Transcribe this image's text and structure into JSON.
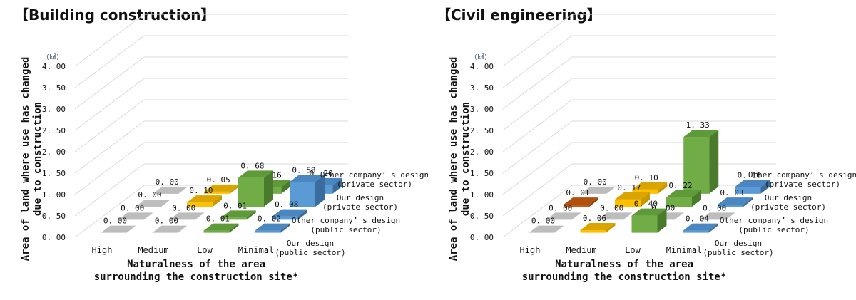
{
  "colors": {
    "High": [
      "#c9c9c9",
      "#b0b0b0",
      "#bdbdbd"
    ],
    "Medium": [
      "#ffc000",
      "#c99700",
      "#dba500"
    ],
    "Low": [
      "#70ad47",
      "#4a7a2c",
      "#5e9a38"
    ],
    "Minimal": [
      "#5b9bd5",
      "#3a6d9e",
      "#4a86bf"
    ],
    "zero": [
      "#c9c9c9",
      "#b0b0b0",
      "#bdbdbd"
    ],
    "civil_high_private": [
      "#c55a11",
      "#8f400a",
      "#b0500e"
    ]
  },
  "chart_data": [
    {
      "type": "bar",
      "subtype": "3d-clustered-depth",
      "title": "【Building construction】",
      "unit": "(㎢)",
      "xlabel": "Naturalness of the area\nsurrounding the construction site*",
      "xlabel_lines": [
        "Naturalness of the area",
        "surrounding the construction site*"
      ],
      "ylabel": "Area of land where use has changed due to construction",
      "ylabel_lines": [
        "Area of land where use has changed",
        "due to construction"
      ],
      "ylim": [
        0,
        4
      ],
      "yticks": [
        "0.00",
        "0.50",
        "1.00",
        "1.50",
        "2.00",
        "2.50",
        "3.00",
        "3.50",
        "4.00"
      ],
      "categories": [
        "High",
        "Medium",
        "Low",
        "Minimal"
      ],
      "series": [
        {
          "name": "Our design (public sector)",
          "name_lines": [
            "Our design",
            "(public sector)"
          ],
          "values": [
            0.0,
            0.0,
            0.01,
            0.02
          ]
        },
        {
          "name": "Other company's design (public sector)",
          "name_lines": [
            "Other company’ s design",
            "(public sector)"
          ],
          "values": [
            0.0,
            0.0,
            0.01,
            0.08
          ]
        },
        {
          "name": "Our design (private sector)",
          "name_lines": [
            "Our design",
            "(private sector)"
          ],
          "values": [
            0.0,
            0.1,
            0.68,
            0.58
          ]
        },
        {
          "name": "Other company's design (private sector)",
          "name_lines": [
            "Other company’ s design",
            "(private sector)"
          ],
          "values": [
            0.0,
            0.05,
            0.16,
            0.2
          ]
        }
      ],
      "grid": true,
      "legend": "right (series labels along depth axis)"
    },
    {
      "type": "bar",
      "subtype": "3d-clustered-depth",
      "title": "【Civil engineering】",
      "unit": "(㎢)",
      "xlabel": "Naturalness of the area\nsurrounding the construction site*",
      "xlabel_lines": [
        "Naturalness of the area",
        "surrounding the construction site*"
      ],
      "ylabel": "Area of land where use has changed due to construction",
      "ylabel_lines": [
        "Area of land where use has changed",
        "due to construction"
      ],
      "ylim": [
        0,
        4
      ],
      "yticks": [
        "0.00",
        "0.50",
        "1.00",
        "1.50",
        "2.00",
        "2.50",
        "3.00",
        "3.50",
        "4.00"
      ],
      "categories": [
        "High",
        "Medium",
        "Low",
        "Minimal"
      ],
      "series": [
        {
          "name": "Our design (public sector)",
          "name_lines": [
            "Our design",
            "(public sector)"
          ],
          "values": [
            0.0,
            0.06,
            0.4,
            0.04
          ]
        },
        {
          "name": "Other company's design (public sector)",
          "name_lines": [
            "Other company’ s design",
            "(public sector)"
          ],
          "values": [
            0.0,
            0.0,
            0.0,
            0.0
          ]
        },
        {
          "name": "Our design (private sector)",
          "name_lines": [
            "Our design",
            "(private sector)"
          ],
          "values": [
            0.01,
            0.17,
            0.22,
            0.03
          ]
        },
        {
          "name": "Other company's design (private sector)",
          "name_lines": [
            "Other company’ s design",
            "(private sector)"
          ],
          "values": [
            0.0,
            0.1,
            1.33,
            0.16
          ]
        }
      ],
      "grid": true,
      "legend": "right (series labels along depth axis)"
    }
  ]
}
